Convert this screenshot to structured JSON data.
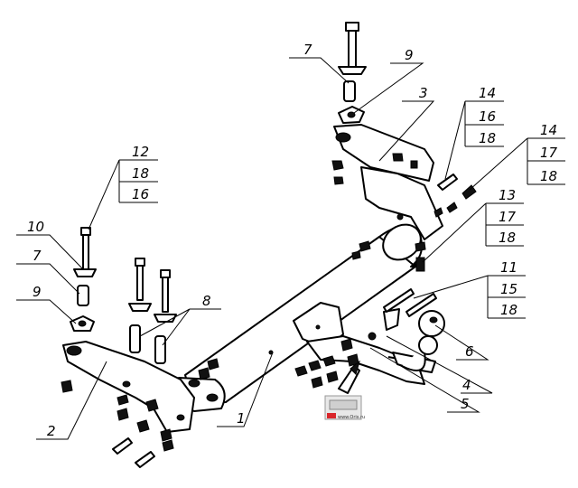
{
  "callouts": {
    "c1": "1",
    "c2": "2",
    "c3": "3",
    "c4": "4",
    "c5": "5",
    "c6": "6",
    "c7a": "7",
    "c7b": "7",
    "c8": "8",
    "c9a": "9",
    "c9b": "9",
    "c10": "10",
    "c11": "11",
    "c12": "12",
    "c13": "13",
    "c14a": "14",
    "c14b": "14",
    "c15": "15",
    "c16a": "16",
    "c16b": "16",
    "c17a": "17",
    "c17b": "17",
    "c18a": "18",
    "c18b": "18",
    "c18c": "18",
    "c18d": "18",
    "c18e": "18"
  },
  "logo": {
    "text": "www.Oris.ru"
  },
  "colors": {
    "line": "#000000",
    "background": "#ffffff",
    "logo_red": "#d9262b"
  }
}
